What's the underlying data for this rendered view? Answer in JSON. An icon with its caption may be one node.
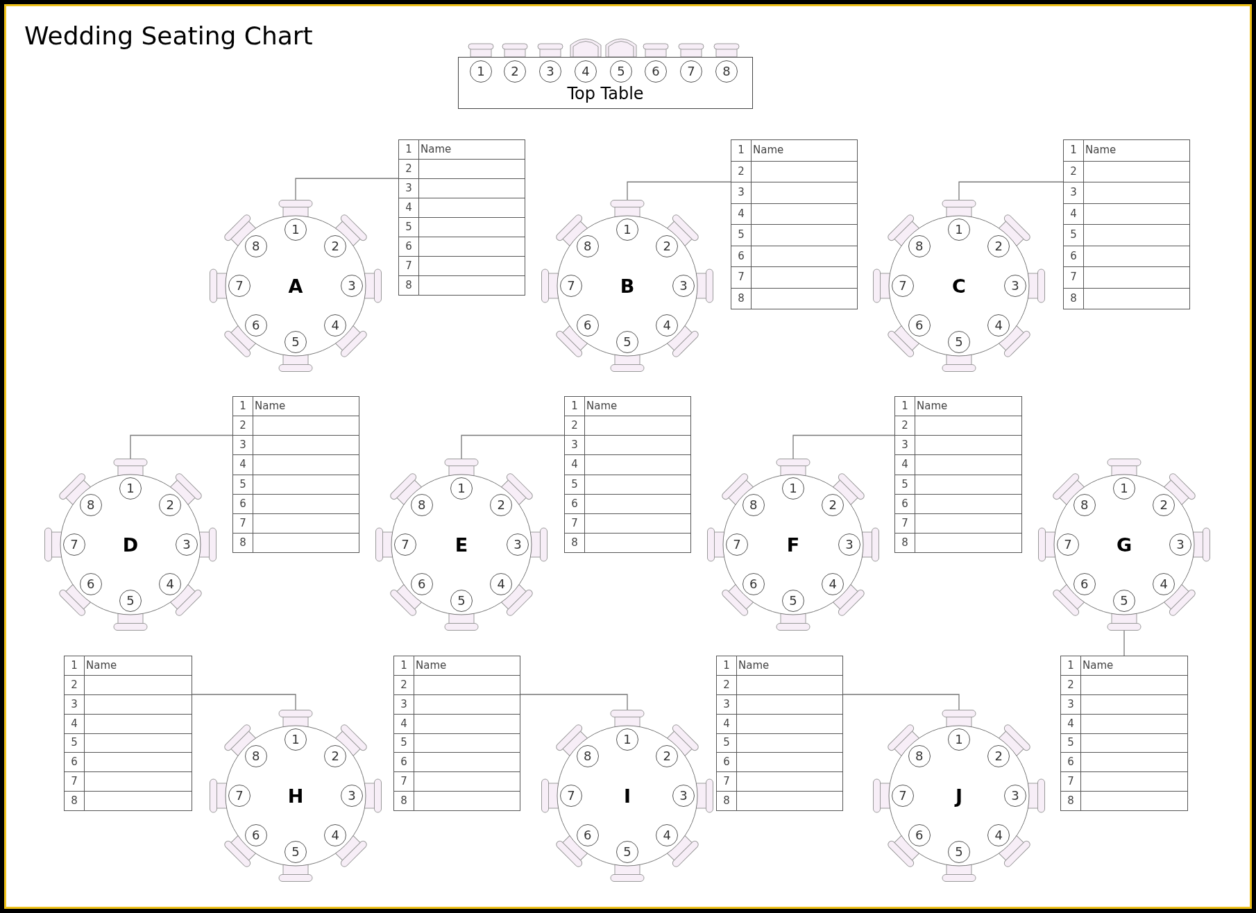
{
  "diagram": {
    "title": "Wedding Seating Chart",
    "nodes": [
      {
        "text": [
          "Top Table"
        ]
      },
      {
        "text": [
          "1"
        ],
        "in": 0
      },
      {
        "text": [
          "2"
        ],
        "in": 0
      },
      {
        "text": [
          "3"
        ],
        "in": 0
      },
      {
        "text": [
          "4"
        ],
        "in": 0
      },
      {
        "text": [
          "5"
        ],
        "in": 0
      },
      {
        "text": [
          "6"
        ],
        "in": 0
      },
      {
        "text": [
          "7"
        ],
        "in": 0
      },
      {
        "text": [
          "8"
        ],
        "in": 0
      },
      {
        "text": [
          "A"
        ]
      },
      {
        "text": [
          "1"
        ],
        "in": 9
      },
      {
        "text": [
          "2"
        ],
        "in": 9
      },
      {
        "text": [
          "3"
        ],
        "in": 9
      },
      {
        "text": [
          "4"
        ],
        "in": 9
      },
      {
        "text": [
          "5"
        ],
        "in": 9
      },
      {
        "text": [
          "6"
        ],
        "in": 9
      },
      {
        "text": [
          "7"
        ],
        "in": 9
      },
      {
        "text": [
          "8"
        ],
        "in": 9
      },
      {
        "text": [
          "1",
          "Name",
          "2",
          "3",
          "4",
          "5",
          "6",
          "7",
          "8"
        ]
      },
      {
        "text": [
          "B"
        ]
      },
      {
        "text": [
          "1"
        ],
        "in": 19
      },
      {
        "text": [
          "2"
        ],
        "in": 19
      },
      {
        "text": [
          "3"
        ],
        "in": 19
      },
      {
        "text": [
          "4"
        ],
        "in": 19
      },
      {
        "text": [
          "5"
        ],
        "in": 19
      },
      {
        "text": [
          "6"
        ],
        "in": 19
      },
      {
        "text": [
          "7"
        ],
        "in": 19
      },
      {
        "text": [
          "8"
        ],
        "in": 19
      },
      {
        "text": [
          "1",
          "Name",
          "2",
          "3",
          "4",
          "5",
          "6",
          "7",
          "8"
        ]
      },
      {
        "text": [
          "C"
        ]
      },
      {
        "text": [
          "1"
        ],
        "in": 29
      },
      {
        "text": [
          "2"
        ],
        "in": 29
      },
      {
        "text": [
          "3"
        ],
        "in": 29
      },
      {
        "text": [
          "4"
        ],
        "in": 29
      },
      {
        "text": [
          "5"
        ],
        "in": 29
      },
      {
        "text": [
          "6"
        ],
        "in": 29
      },
      {
        "text": [
          "7"
        ],
        "in": 29
      },
      {
        "text": [
          "8"
        ],
        "in": 29
      },
      {
        "text": [
          "1",
          "Name",
          "2",
          "3",
          "4",
          "5",
          "6",
          "7",
          "8"
        ]
      },
      {
        "text": [
          "D"
        ]
      },
      {
        "text": [
          "1"
        ],
        "in": 39
      },
      {
        "text": [
          "2"
        ],
        "in": 39
      },
      {
        "text": [
          "3"
        ],
        "in": 39
      },
      {
        "text": [
          "4"
        ],
        "in": 39
      },
      {
        "text": [
          "5"
        ],
        "in": 39
      },
      {
        "text": [
          "6"
        ],
        "in": 39
      },
      {
        "text": [
          "7"
        ],
        "in": 39
      },
      {
        "text": [
          "8"
        ],
        "in": 39
      },
      {
        "text": [
          "1",
          "Name",
          "2",
          "3",
          "4",
          "5",
          "6",
          "7",
          "8"
        ]
      },
      {
        "text": [
          "E"
        ]
      },
      {
        "text": [
          "1"
        ],
        "in": 49
      },
      {
        "text": [
          "2"
        ],
        "in": 49
      },
      {
        "text": [
          "3"
        ],
        "in": 49
      },
      {
        "text": [
          "4"
        ],
        "in": 49
      },
      {
        "text": [
          "5"
        ],
        "in": 49
      },
      {
        "text": [
          "6"
        ],
        "in": 49
      },
      {
        "text": [
          "7"
        ],
        "in": 49
      },
      {
        "text": [
          "8"
        ],
        "in": 49
      },
      {
        "text": [
          "1",
          "Name",
          "2",
          "3",
          "4",
          "5",
          "6",
          "7",
          "8"
        ]
      },
      {
        "text": [
          "F"
        ]
      },
      {
        "text": [
          "1"
        ],
        "in": 59
      },
      {
        "text": [
          "2"
        ],
        "in": 59
      },
      {
        "text": [
          "3"
        ],
        "in": 59
      },
      {
        "text": [
          "4"
        ],
        "in": 59
      },
      {
        "text": [
          "5"
        ],
        "in": 59
      },
      {
        "text": [
          "6"
        ],
        "in": 59
      },
      {
        "text": [
          "7"
        ],
        "in": 59
      },
      {
        "text": [
          "8"
        ],
        "in": 59
      },
      {
        "text": [
          "1",
          "Name",
          "2",
          "3",
          "4",
          "5",
          "6",
          "7",
          "8"
        ]
      },
      {
        "text": [
          "G"
        ]
      },
      {
        "text": [
          "1"
        ],
        "in": 69
      },
      {
        "text": [
          "2"
        ],
        "in": 69
      },
      {
        "text": [
          "3"
        ],
        "in": 69
      },
      {
        "text": [
          "4"
        ],
        "in": 69
      },
      {
        "text": [
          "5"
        ],
        "in": 69
      },
      {
        "text": [
          "6"
        ],
        "in": 69
      },
      {
        "text": [
          "7"
        ],
        "in": 69
      },
      {
        "text": [
          "8"
        ],
        "in": 69
      },
      {
        "text": [
          "1",
          "Name",
          "2",
          "3",
          "4",
          "5",
          "6",
          "7",
          "8"
        ]
      },
      {
        "text": [
          "H"
        ]
      },
      {
        "text": [
          "1"
        ],
        "in": 79
      },
      {
        "text": [
          "2"
        ],
        "in": 79
      },
      {
        "text": [
          "3"
        ],
        "in": 79
      },
      {
        "text": [
          "4"
        ],
        "in": 79
      },
      {
        "text": [
          "5"
        ],
        "in": 79
      },
      {
        "text": [
          "6"
        ],
        "in": 79
      },
      {
        "text": [
          "7"
        ],
        "in": 79
      },
      {
        "text": [
          "8"
        ],
        "in": 79
      },
      {
        "text": [
          "1",
          "Name",
          "2",
          "3",
          "4",
          "5",
          "6",
          "7",
          "8"
        ]
      },
      {
        "text": [
          "I"
        ]
      },
      {
        "text": [
          "1"
        ],
        "in": 89
      },
      {
        "text": [
          "2"
        ],
        "in": 89
      },
      {
        "text": [
          "3"
        ],
        "in": 89
      },
      {
        "text": [
          "4"
        ],
        "in": 89
      },
      {
        "text": [
          "5"
        ],
        "in": 89
      },
      {
        "text": [
          "6"
        ],
        "in": 89
      },
      {
        "text": [
          "7"
        ],
        "in": 89
      },
      {
        "text": [
          "8"
        ],
        "in": 89
      },
      {
        "text": [
          "1",
          "Name",
          "2",
          "3",
          "4",
          "5",
          "6",
          "7",
          "8"
        ]
      },
      {
        "text": [
          "J"
        ]
      },
      {
        "text": [
          "1"
        ],
        "in": 99
      },
      {
        "text": [
          "2"
        ],
        "in": 99
      },
      {
        "text": [
          "3"
        ],
        "in": 99
      },
      {
        "text": [
          "4"
        ],
        "in": 99
      },
      {
        "text": [
          "5"
        ],
        "in": 99
      },
      {
        "text": [
          "6"
        ],
        "in": 99
      },
      {
        "text": [
          "7"
        ],
        "in": 99
      },
      {
        "text": [
          "8"
        ],
        "in": 99
      },
      {
        "text": [
          "1",
          "Name",
          "2",
          "3",
          "4",
          "5",
          "6",
          "7",
          "8"
        ]
      }
    ],
    "edges": [
      {
        "from": 9,
        "to": 18,
        "arrow": "none"
      },
      {
        "from": 19,
        "to": 28,
        "arrow": "none"
      },
      {
        "from": 29,
        "to": 38,
        "arrow": "none"
      },
      {
        "from": 39,
        "to": 48,
        "arrow": "none"
      },
      {
        "from": 49,
        "to": 58,
        "arrow": "none"
      },
      {
        "from": 59,
        "to": 68,
        "arrow": "none"
      },
      {
        "from": 69,
        "to": 78,
        "arrow": "none"
      },
      {
        "from": 79,
        "to": 88,
        "arrow": "none"
      },
      {
        "from": 89,
        "to": 98,
        "arrow": "none"
      },
      {
        "from": 99,
        "to": 108,
        "arrow": "none"
      }
    ]
  }
}
